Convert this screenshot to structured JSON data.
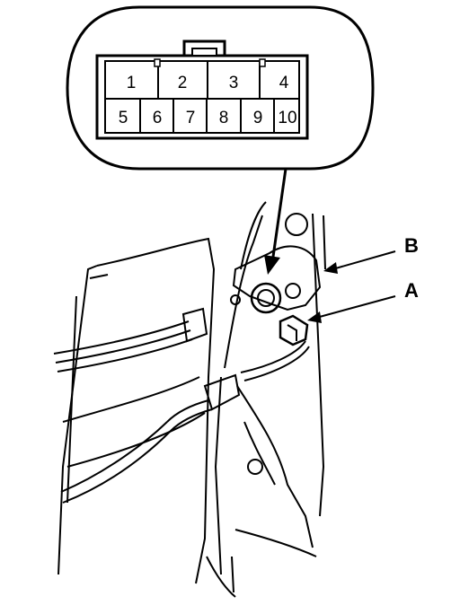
{
  "connector": {
    "top_row": [
      "1",
      "2",
      "3",
      "4"
    ],
    "bottom_row": [
      "5",
      "6",
      "7",
      "8",
      "9",
      "10"
    ]
  },
  "callouts": {
    "b": "B",
    "a": "A"
  }
}
